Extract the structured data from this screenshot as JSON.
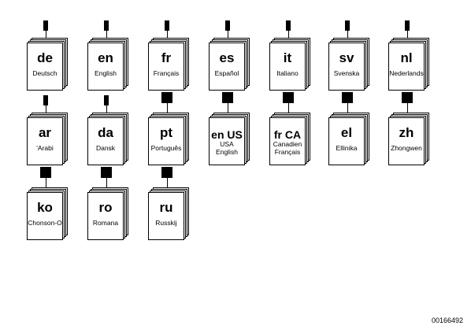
{
  "diagram_id": "00166492",
  "books": [
    {
      "code": "de",
      "name": "Deutsch"
    },
    {
      "code": "en",
      "name": "English"
    },
    {
      "code": "fr",
      "name": "Français"
    },
    {
      "code": "es",
      "name": "Español"
    },
    {
      "code": "it",
      "name": "Italiano"
    },
    {
      "code": "sv",
      "name": "Svenska"
    },
    {
      "code": "nl",
      "name": "Nederlands"
    },
    {
      "code": "ar",
      "name": "'Arabi"
    },
    {
      "code": "da",
      "name": "Dansk"
    },
    {
      "code": "pt",
      "name": "Português"
    },
    {
      "code": "en US",
      "name": "USA",
      "name2": "English"
    },
    {
      "code": "fr CA",
      "name": "Canadien",
      "name2": "Français"
    },
    {
      "code": "el",
      "name": "Ellinika"
    },
    {
      "code": "zh",
      "name": "Zhongwen"
    },
    {
      "code": "ko",
      "name": "Chonson-O"
    },
    {
      "code": "ro",
      "name": "Romana"
    },
    {
      "code": "ru",
      "name": "Russkij"
    }
  ]
}
